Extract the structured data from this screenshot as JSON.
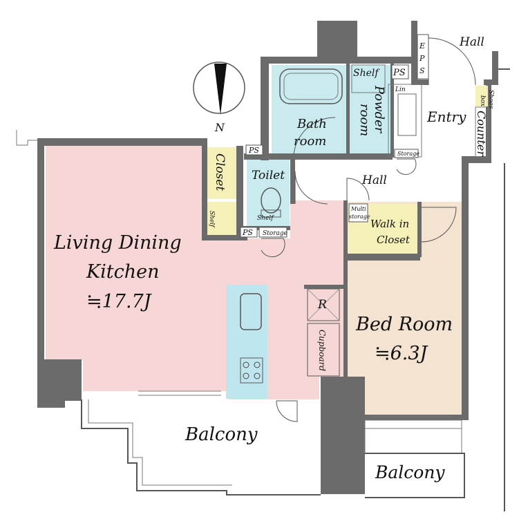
{
  "labels": {
    "hall_top": "Hall",
    "eps": [
      "E",
      "P",
      "S"
    ],
    "shelf": "Shelf",
    "ps_top": "PS",
    "lin": "Lin",
    "bath": [
      "Bath",
      "room"
    ],
    "powder": [
      "Powder",
      "room"
    ],
    "entry": "Entry",
    "shoes": [
      "Shoes",
      "box"
    ],
    "counter": "Counter",
    "storage_small": "Storage",
    "closet": "Closet",
    "ps_mid": "PS",
    "toilet": "Toilet",
    "shelf_small": "Shelf",
    "shelf_vertical": "Shelf",
    "ps_bottom": "PS",
    "storage_toilet": "Storage",
    "hall_mid": "Hall",
    "multi": [
      "Multi",
      "storage"
    ],
    "walkin": [
      "Walk in",
      "Closet"
    ],
    "ldk": [
      "Living Dining",
      "Kitchen",
      "≒17.7J"
    ],
    "refrigerator": "R",
    "cupboard": "Cupboard",
    "bedroom": [
      "Bed Room",
      "≒6.3J"
    ],
    "balcony_main": "Balcony",
    "balcony_small": "Balcony",
    "compass_n": "N"
  },
  "colors": {
    "living": "#f7d7d5",
    "bedroom": "#f5e3d2",
    "bath": "#c9ebf0",
    "closet": "#f5f0b8",
    "kitchen": "#bfe6ee",
    "wall": "#6b6b6b"
  }
}
